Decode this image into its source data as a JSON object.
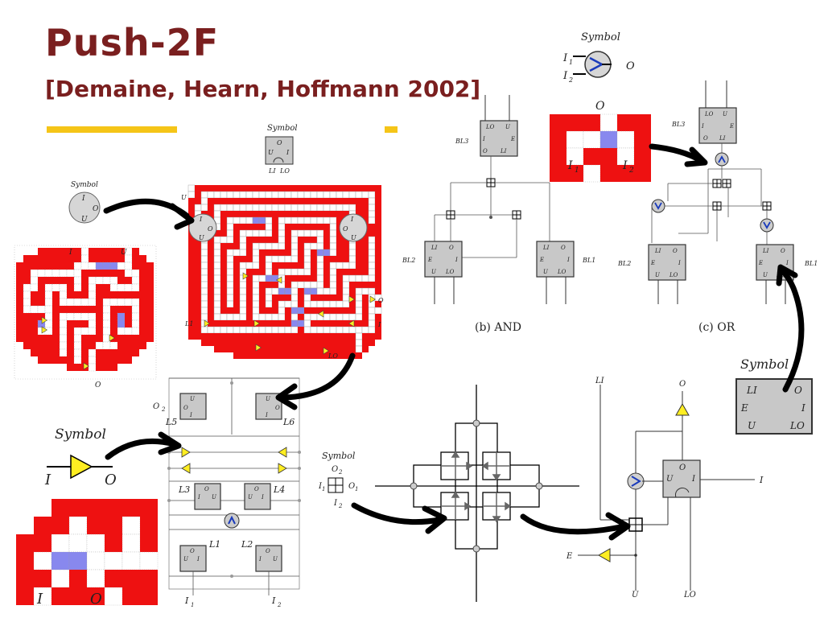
{
  "slide": {
    "title": "Push-2F",
    "subtitle": "[Demaine, Hearn, Hoffmann 2002]",
    "accent_color": "#7a1f1f",
    "rule_color": "#f5c518"
  },
  "colors": {
    "red": "#ee1111",
    "white": "#ffffff",
    "blue": "#8888ee",
    "yellow": "#ffee22",
    "gray_box": "#c8c8c8"
  },
  "labels": {
    "symbol_italic": "Symbol",
    "symbol_plain": "Symbol",
    "I": "I",
    "O": "O",
    "U": "U",
    "LI": "LI",
    "LO": "LO",
    "E": "E",
    "I1": "I",
    "I2": "I",
    "O1": "O",
    "O2": "O",
    "L1": "L1",
    "L2": "L2",
    "L3": "L3",
    "L4": "L4",
    "L5": "L5",
    "L6": "L6",
    "BL1": "BL1",
    "BL2": "BL2",
    "BL3": "BL3",
    "sub1": "1",
    "sub2": "2",
    "and_caption": "(b) AND",
    "or_caption": "(c) OR"
  },
  "icons": {
    "or_gate": "or-gate-symbol",
    "one_way": "yellow-triangle-one-way",
    "crossover": "crossover-box-symbol",
    "curly_arrow": "black-curved-arrow"
  }
}
